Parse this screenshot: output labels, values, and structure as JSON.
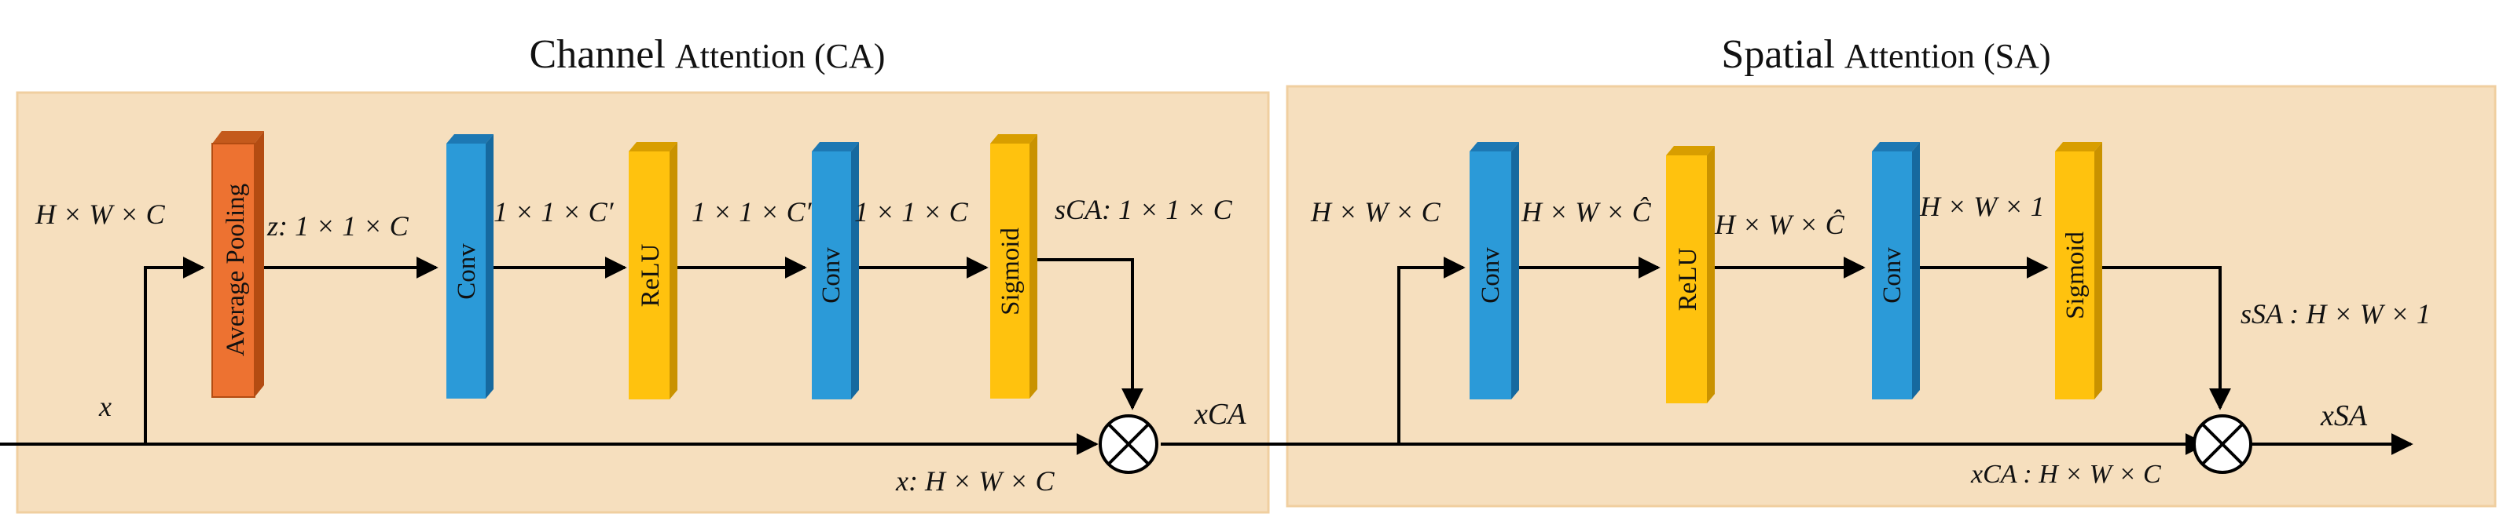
{
  "colors": {
    "panel_fill": "#f6dfbe",
    "panel_border": "#f0cfa0",
    "conv": "#2b9ad8",
    "relu": "#ffc20e",
    "sigmoid": "#ffc20e",
    "pool": "#ed7231",
    "line": "#000000"
  },
  "channel_attention": {
    "title_main": "Channel",
    "title_rest": "Attention (CA)",
    "input_shape": "H × W × C",
    "input_var": "x",
    "pool_label": "Average Pooling",
    "pool_out": "z: 1 × 1 × C",
    "conv1_label": "Conv",
    "conv1_out": "1 × 1 × C′",
    "relu_label": "ReLU",
    "relu_out": "1 × 1 × C′",
    "conv2_label": "Conv",
    "conv2_out": "1 × 1 × C",
    "sigmoid_label": "Sigmoid",
    "scale_out": "sCA: 1 × 1 × C",
    "skip_label": "x: H × W × C",
    "multiply_icon": "circled-times-icon",
    "output_var": "xCA"
  },
  "spatial_attention": {
    "title_main": "Spatial",
    "title_rest": "Attention (SA)",
    "input_shape": "H × W × C",
    "conv1_label": "Conv",
    "conv1_out": "H × W × Ĉ",
    "relu_label": "ReLU",
    "relu_out": "H × W × Ĉ",
    "conv2_label": "Conv",
    "conv2_out": "H × W × 1",
    "sigmoid_label": "Sigmoid",
    "scale_out": "sSA : H × W × 1",
    "skip_label": "xCA : H × W × C",
    "multiply_icon": "circled-times-icon",
    "output_var": "xSA"
  }
}
